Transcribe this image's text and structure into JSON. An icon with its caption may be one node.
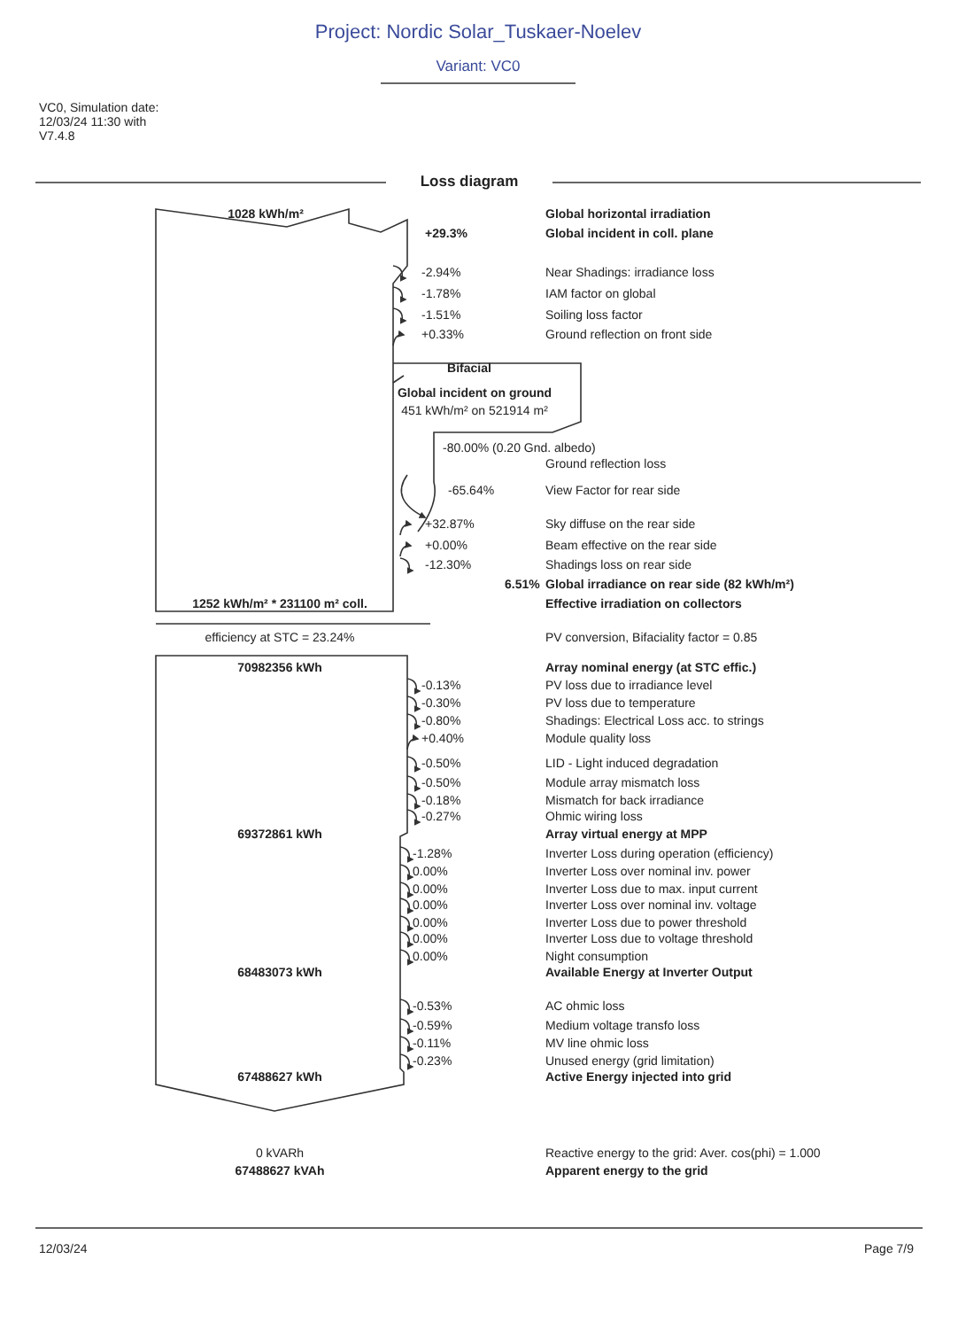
{
  "diagram": {
    "title": "Project: Nordic Solar_Tuskaer-Noelev",
    "labels": [
      "Variant: VC0",
      "VC0, Simulation date: 12/03/24 11:30 with V7.4.8",
      "Loss diagram",
      "1028 kWh/m²",
      "Global horizontal irradiation",
      "+29.3%",
      "Global incident in coll. plane",
      "-2.94%",
      "Near Shadings: irradiance loss",
      "-1.78%",
      "IAM factor on global",
      "-1.51%",
      "Soiling loss factor",
      "+0.33%",
      "Ground reflection on front side",
      "Bifacial",
      "Global incident on ground",
      "451 kWh/m² on 521914 m²",
      "-80.00% (0.20 Gnd. albedo)",
      "Ground reflection loss",
      "-65.64%",
      "View Factor for rear side",
      "+32.87%",
      "Sky diffuse on the rear side",
      "+0.00%",
      "Beam effective on the rear side",
      "-12.30%",
      "Shadings loss on rear side",
      "6.51%",
      "Global irradiance on rear side  (82 kWh/m²)",
      "1252 kWh/m² * 231100 m² coll.",
      "Effective irradiation on collectors",
      "efficiency at STC = 23.24%",
      "PV conversion, Bifaciality factor = 0.85",
      "70982356 kWh",
      "Array nominal energy (at STC effic.)",
      "-0.13%",
      "PV loss due to irradiance level",
      "-0.30%",
      "PV loss due to temperature",
      "-0.80%",
      "Shadings: Electrical Loss acc. to strings",
      "+0.40%",
      "Module quality loss",
      "-0.50%",
      "LID - Light induced degradation",
      "-0.50%",
      "Module array mismatch loss",
      "-0.18%",
      "Mismatch for back irradiance",
      "-0.27%",
      "Ohmic wiring loss",
      "69372861 kWh",
      "Array virtual energy at MPP",
      "-1.28%",
      "Inverter Loss during operation (efficiency)",
      "0.00%",
      "Inverter Loss over nominal inv. power",
      "0.00%",
      "Inverter Loss due to max. input current",
      "0.00%",
      "Inverter Loss over nominal inv. voltage",
      "0.00%",
      "Inverter Loss due to power threshold",
      "0.00%",
      "Inverter Loss due to voltage threshold",
      "0.00%",
      "Night consumption",
      "68483073 kWh",
      "Available Energy at Inverter Output",
      "-0.53%",
      "AC ohmic loss",
      "-0.59%",
      "Medium voltage transfo loss",
      "-0.11%",
      "MV line ohmic loss",
      "-0.23%",
      "Unused energy (grid limitation)",
      "67488627 kWh",
      "Active Energy injected into grid",
      "0 kVARh",
      "Reactive energy to the grid: Aver. cos(phi) = 1.000",
      "67488627 kVAh",
      "Apparent energy to the grid",
      "12/03/24",
      "Page 7/9"
    ]
  }
}
